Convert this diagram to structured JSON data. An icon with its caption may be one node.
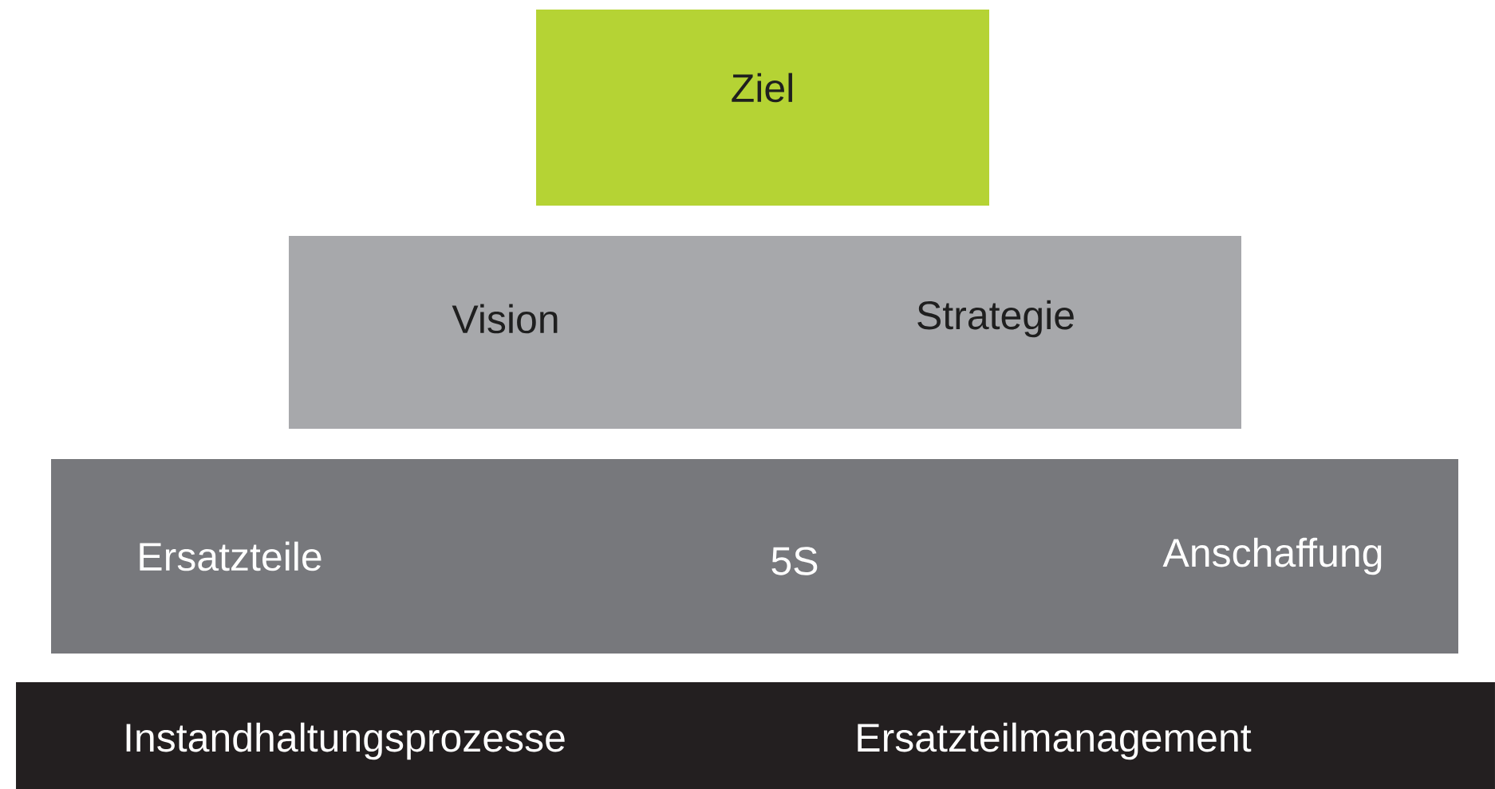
{
  "diagram": {
    "nodes": [
      {
        "text": [
          "Ziel"
        ]
      },
      {
        "text": [
          "Vision",
          "Strategie"
        ]
      },
      {
        "text": [
          "Ersatzteile",
          "5S",
          "Anschaffung"
        ]
      },
      {
        "text": [
          "Instandhaltungsprozesse",
          "Ersatzteilmanagement"
        ]
      }
    ]
  }
}
